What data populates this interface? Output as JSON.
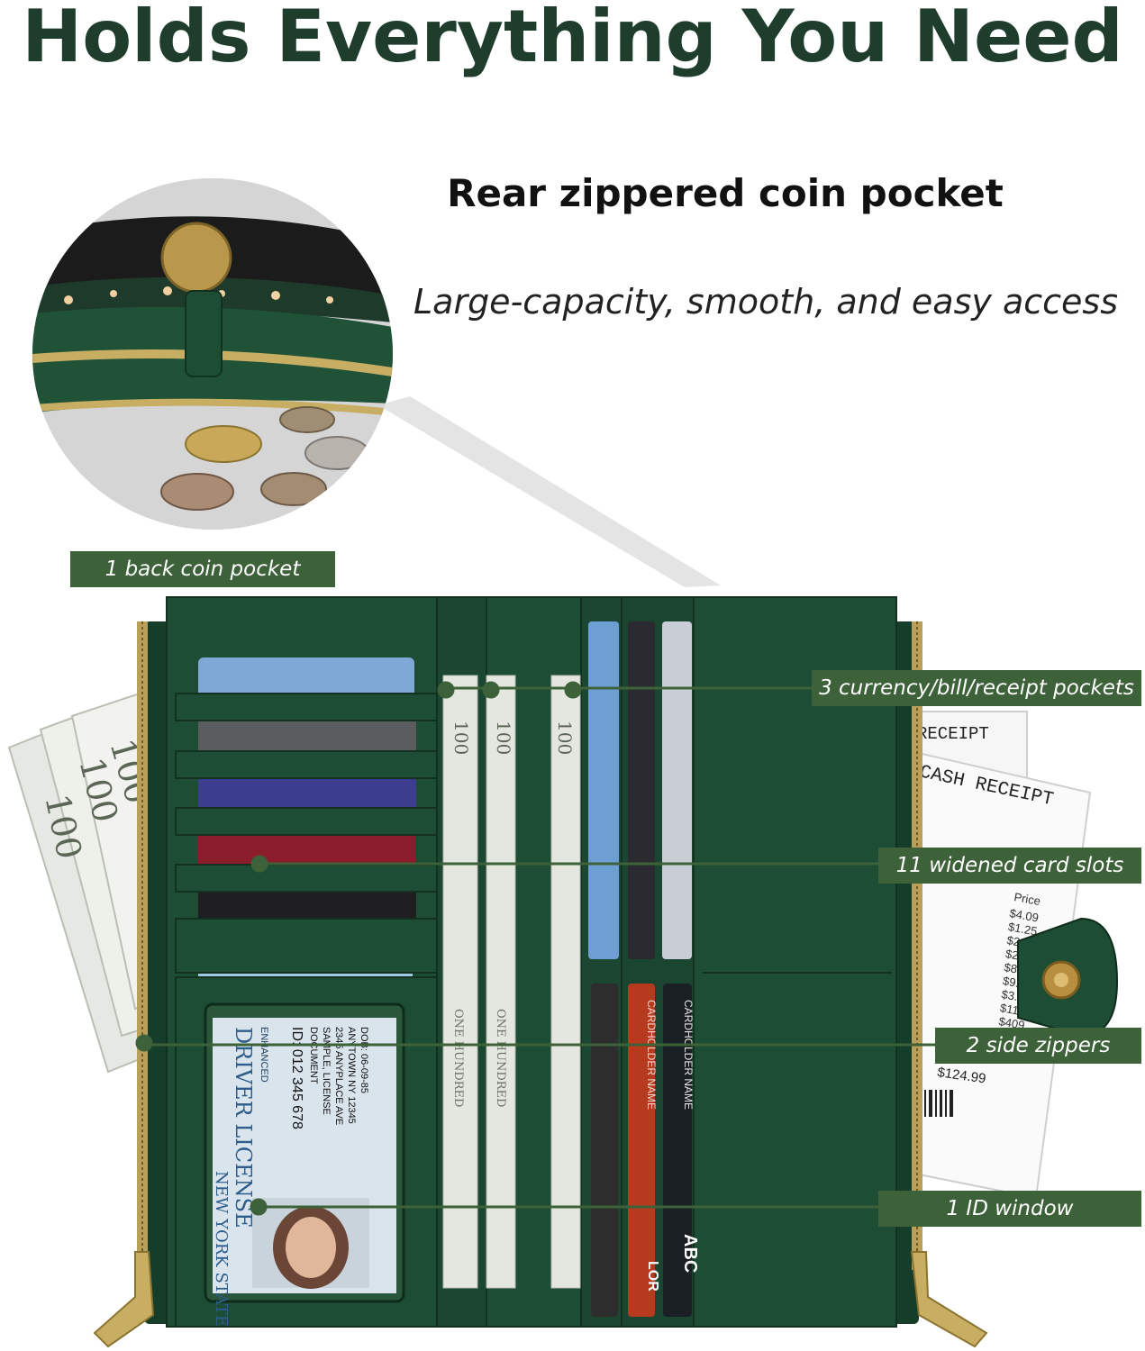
{
  "headline": "Holds Everything You Need",
  "feature": {
    "title": "Rear zippered coin pocket",
    "subtitle": "Large-capacity, smooth, and easy access"
  },
  "callouts": {
    "coin_pocket": "1 back coin pocket",
    "bill_pockets": "3 currency/bill/receipt pockets",
    "card_slots": "11 widened card slots",
    "side_zippers": "2 side zippers",
    "id_window": "1 ID window"
  },
  "receipt": {
    "header": "RECEIPT",
    "title": "CASH RECEIPT",
    "price_label": "Price",
    "prices": [
      "$4.09",
      "$1.25",
      "$2.15",
      "$2.55",
      "$8.99",
      "$9.29",
      "$3.95",
      "$110",
      "$409"
    ],
    "total": "$124.99"
  },
  "id_card": {
    "license_title": "DRIVER LICENSE",
    "state": "NEW YORK STATE",
    "enhanced": "ENHANCED",
    "id_number": "ID: 012 345 678",
    "doc_lines": [
      "DOCUMENT",
      "SAMPLE, LICENSE",
      "2345 ANYPLACE AVE",
      "ANYTOWN NY 12345",
      "DOB: 06-09-85"
    ]
  },
  "cards": {
    "holder": "CARDHOLDER NAME",
    "abc": "ABC",
    "lor": "LOR"
  },
  "banknotes": {
    "denomination": "100",
    "word": "ONE HUNDRED"
  },
  "colors": {
    "leather": "#1d4d34",
    "leather_dark": "#163d29",
    "tag": "#3d6138",
    "headline": "#1f3d2c"
  }
}
